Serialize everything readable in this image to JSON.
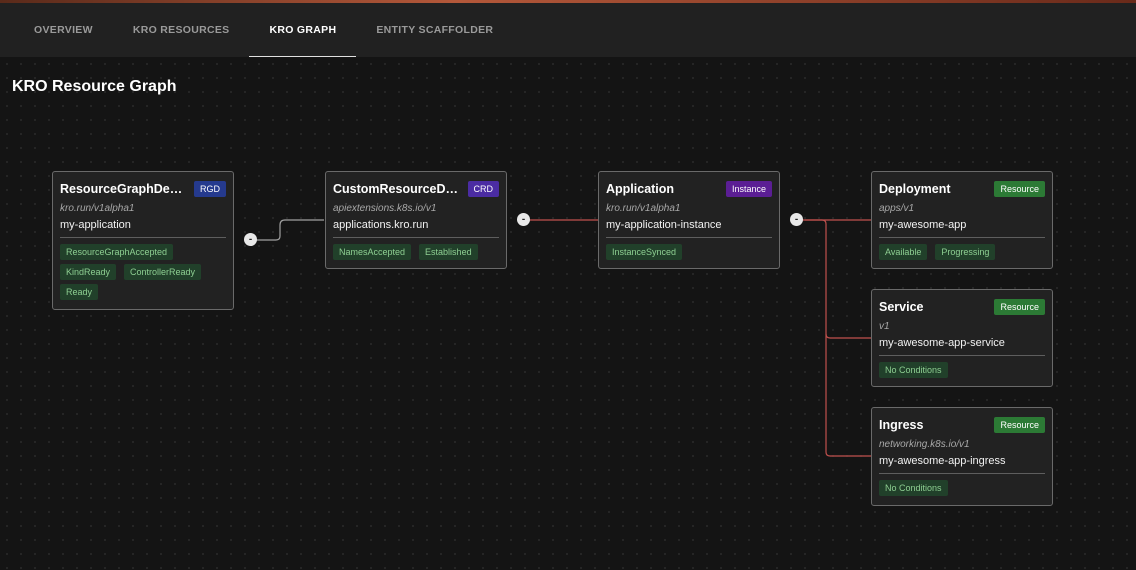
{
  "tabs": [
    {
      "label": "OVERVIEW"
    },
    {
      "label": "KRO RESOURCES"
    },
    {
      "label": "KRO GRAPH"
    },
    {
      "label": "ENTITY SCAFFOLDER"
    }
  ],
  "page_title": "KRO Resource Graph",
  "colors": {
    "rgd_badge": "#253a8e",
    "crd_badge": "#4b2ca3",
    "instance_badge": "#5b1e94",
    "resource_badge": "#2c7a35",
    "edge_gray": "#a0a0a0",
    "edge_red": "#c0504d"
  },
  "collapse_symbol": "-",
  "nodes": {
    "rgd": {
      "title": "ResourceGraphDefi...",
      "badge": "RGD",
      "api": "kro.run/v1alpha1",
      "name": "my-application",
      "conditions": [
        "ResourceGraphAccepted",
        "KindReady",
        "ControllerReady",
        "Ready"
      ]
    },
    "crd": {
      "title": "CustomResourceDef...",
      "badge": "CRD",
      "api": "apiextensions.k8s.io/v1",
      "name": "applications.kro.run",
      "conditions": [
        "NamesAccepted",
        "Established"
      ]
    },
    "application": {
      "title": "Application",
      "badge": "Instance",
      "api": "kro.run/v1alpha1",
      "name": "my-application-instance",
      "conditions": [
        "InstanceSynced"
      ]
    },
    "deployment": {
      "title": "Deployment",
      "badge": "Resource",
      "api": "apps/v1",
      "name": "my-awesome-app",
      "conditions": [
        "Available",
        "Progressing"
      ]
    },
    "service": {
      "title": "Service",
      "badge": "Resource",
      "api": "v1",
      "name": "my-awesome-app-service",
      "conditions": [
        "No Conditions"
      ]
    },
    "ingress": {
      "title": "Ingress",
      "badge": "Resource",
      "api": "networking.k8s.io/v1",
      "name": "my-awesome-app-ingress",
      "conditions": [
        "No Conditions"
      ]
    }
  }
}
